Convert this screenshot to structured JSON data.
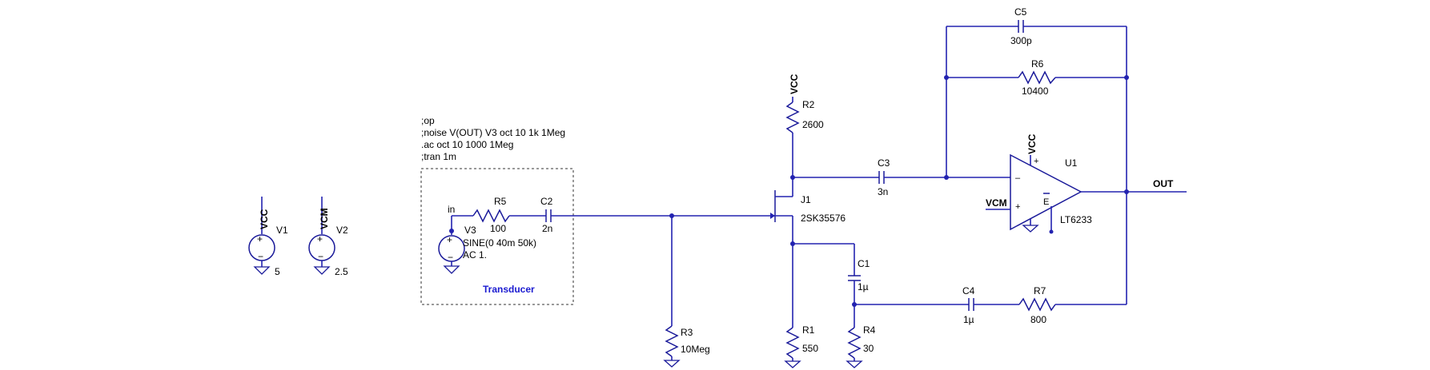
{
  "directives": [
    ";op",
    ";noise V(OUT) V3 oct 10 1k 1Meg",
    ".ac oct 10 1000 1Meg",
    ";tran 1m"
  ],
  "block": {
    "label": "Transducer"
  },
  "nets": {
    "in": "in",
    "out": "OUT",
    "vcc": "VCC",
    "vcm": "VCM"
  },
  "components": {
    "V1": {
      "name": "V1",
      "value": "5",
      "net": "VCC"
    },
    "V2": {
      "name": "V2",
      "value": "2.5",
      "net": "VCM"
    },
    "V3": {
      "name": "V3",
      "value": "SINE(0 40m 50k)",
      "value2": "AC 1."
    },
    "R1": {
      "name": "R1",
      "value": "550"
    },
    "R2": {
      "name": "R2",
      "value": "2600"
    },
    "R3": {
      "name": "R3",
      "value": "10Meg"
    },
    "R4": {
      "name": "R4",
      "value": "30"
    },
    "R5": {
      "name": "R5",
      "value": "100"
    },
    "R6": {
      "name": "R6",
      "value": "10400"
    },
    "R7": {
      "name": "R7",
      "value": "800"
    },
    "C1": {
      "name": "C1",
      "value": "1µ"
    },
    "C2": {
      "name": "C2",
      "value": "2n"
    },
    "C3": {
      "name": "C3",
      "value": "3n"
    },
    "C4": {
      "name": "C4",
      "value": "1µ"
    },
    "C5": {
      "name": "C5",
      "value": "300p"
    },
    "J1": {
      "name": "J1",
      "value": "2SK35576"
    },
    "U1": {
      "name": "U1",
      "value": "LT6233",
      "pin_minus": "–",
      "pin_plus": "+",
      "pin_vplus": "+",
      "pin_en": "E"
    }
  }
}
